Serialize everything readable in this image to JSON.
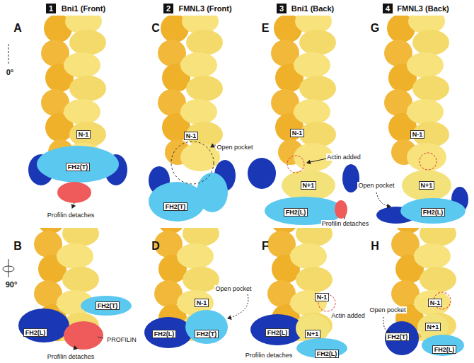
{
  "diagram": {
    "labels": [
      "1",
      "Bni1 (Front)",
      "2",
      "FMNL3 (Front)",
      "3",
      "Bni1 (Back)",
      "4",
      "FMNL3 (Back)",
      "0°",
      "90°",
      "A",
      "C",
      "E",
      "G",
      "B",
      "D",
      "F",
      "H",
      "N-1",
      "FH2(T)",
      "Profilin detaches",
      "N-1",
      "Open pocket",
      "FH2(T)",
      "N-1",
      "Actin added",
      "N+1",
      "FH2(L)",
      "Profilin detaches",
      "N-1",
      "Open pocket",
      "N+1",
      "FH2(L)",
      "FH2(T)",
      "FH2(L)",
      "PROFILIN",
      "Profilin detaches",
      "N-1",
      "Open pocket",
      "FH2(L)",
      "FH2(T)",
      "N-1",
      "Actin added",
      "FH2(L)",
      "Profilin detaches",
      "N+1",
      "FH2(L)",
      "Open pocket",
      "N-1",
      "FH2(T)",
      "N+1",
      "FH2(L)"
    ]
  }
}
